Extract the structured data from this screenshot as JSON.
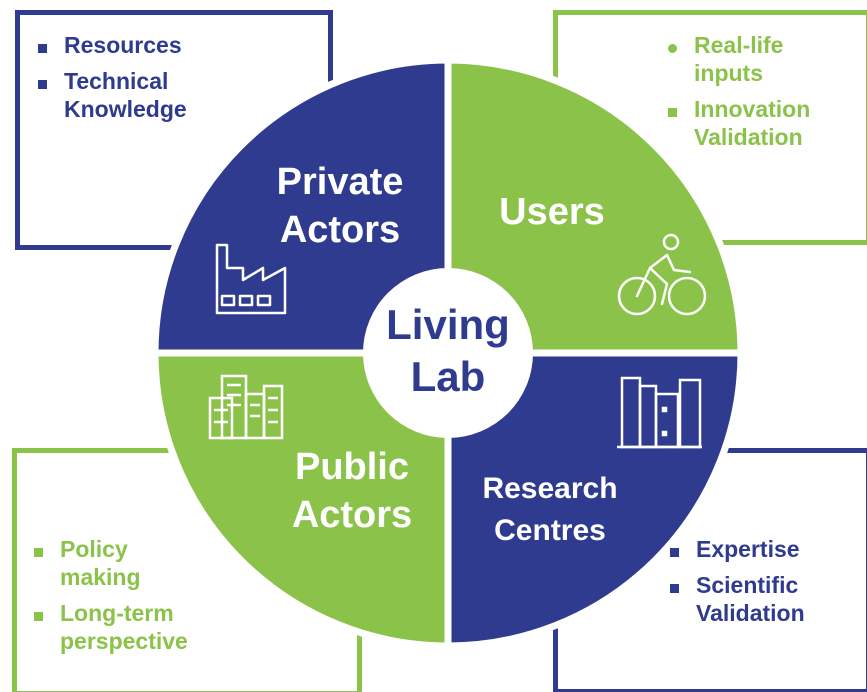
{
  "diagram": {
    "center": {
      "line1": "Living",
      "line2": "Lab"
    },
    "segments": {
      "private_actors": {
        "line1": "Private",
        "line2": "Actors",
        "icon": "factory-icon"
      },
      "users": {
        "line1": "Users",
        "icon": "cyclist-icon"
      },
      "public_actors": {
        "line1": "Public",
        "line2": "Actors",
        "icon": "buildings-icon"
      },
      "research_centres": {
        "line1": "Research",
        "line2": "Centres",
        "icon": "books-icon"
      }
    },
    "boxes": {
      "private": {
        "items": [
          "Resources",
          "Technical Knowledge"
        ]
      },
      "users": {
        "items": [
          "Real-life inputs",
          "Innovation Validation"
        ]
      },
      "public": {
        "items": [
          "Policy making",
          "Long-term perspective"
        ]
      },
      "research": {
        "items": [
          "Expertise",
          "Scientific Validation"
        ]
      }
    },
    "colors": {
      "blue": "#2e3b8f",
      "green": "#8bc34a",
      "white": "#ffffff"
    }
  }
}
